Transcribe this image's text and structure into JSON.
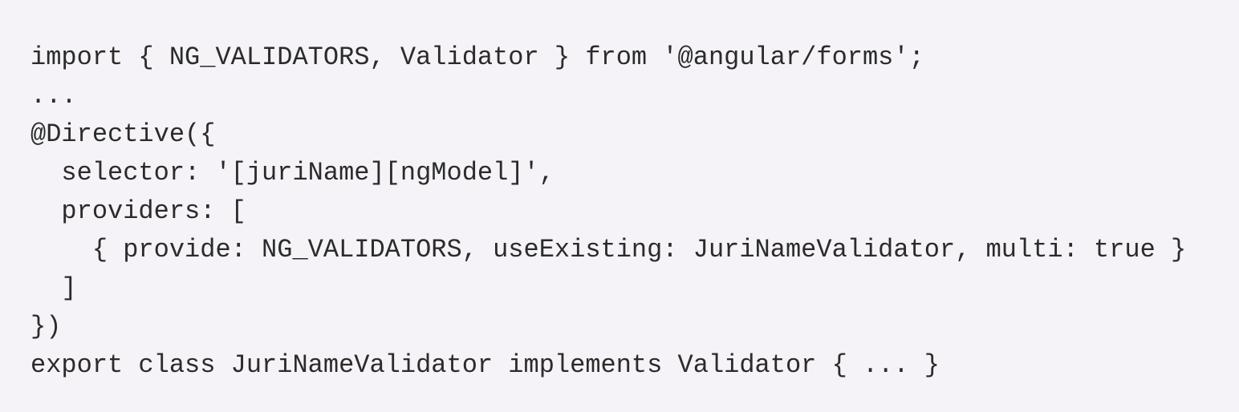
{
  "code": {
    "lines": [
      "import { NG_VALIDATORS, Validator } from '@angular/forms';",
      "...",
      "@Directive({",
      "  selector: '[juriName][ngModel]',",
      "  providers: [",
      "    { provide: NG_VALIDATORS, useExisting: JuriNameValidator, multi: true }",
      "  ]",
      "})",
      "export class JuriNameValidator implements Validator { ... }"
    ]
  }
}
